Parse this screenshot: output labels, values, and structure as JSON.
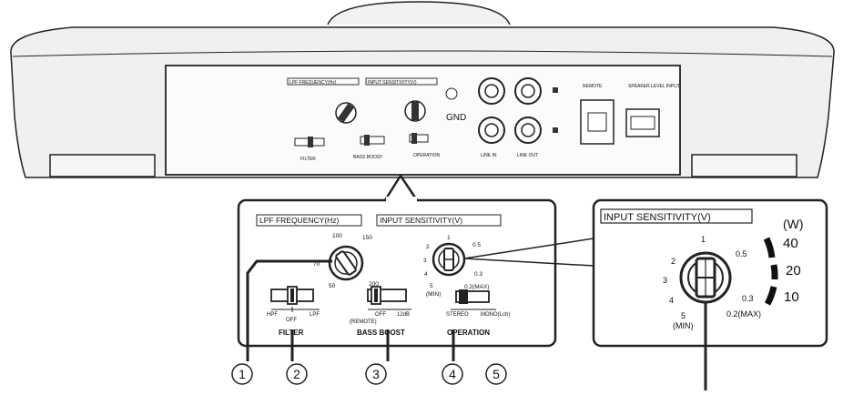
{
  "rear_panel": {
    "lpf_frequency_label": "LPF FREQUENCY(Hz)",
    "input_sensitivity_label": "INPUT SENSITIVITY(V)",
    "gnd_label": "GND",
    "remote_label": "REMOTE",
    "speaker_level_input_label": "SPEAKER LEVEL INPUT",
    "line_in_label": "LINE IN",
    "line_out_label": "LINE OUT",
    "filter_label": "FILTER",
    "bass_boost_label": "BASS BOOST",
    "operation_label": "OPERATION"
  },
  "detail_panel": {
    "lpf_frequency_label": "LPF FREQUENCY(Hz)",
    "input_sensitivity_label": "INPUT SENSITIVITY(V)",
    "lpf_ticks": [
      "50",
      "70",
      "100",
      "150",
      "200"
    ],
    "sens_ticks": [
      "1",
      "0.5",
      "0.3",
      "0.2(MAX)",
      "2",
      "3",
      "4",
      "5",
      "(MIN)"
    ],
    "filter_options": [
      "HPF",
      "OFF",
      "LPF"
    ],
    "filter_label": "FILTER",
    "bass_boost_options": [
      "OFF",
      "(REMOTE)",
      "12dB"
    ],
    "bass_boost_label": "BASS BOOST",
    "operation_options": [
      "STEREO",
      "MONO(Lch)"
    ],
    "operation_label": "OPERATION"
  },
  "zoom_panel": {
    "title": "INPUT SENSITIVITY(V)",
    "ticks": [
      "1",
      "0.5",
      "0.3",
      "0.2(MAX)",
      "2",
      "3",
      "4",
      "5",
      "(MIN)"
    ],
    "watt_unit": "(W)",
    "watt_values": [
      "40",
      "20",
      "10"
    ]
  },
  "callouts": [
    "1",
    "2",
    "3",
    "4",
    "5"
  ]
}
